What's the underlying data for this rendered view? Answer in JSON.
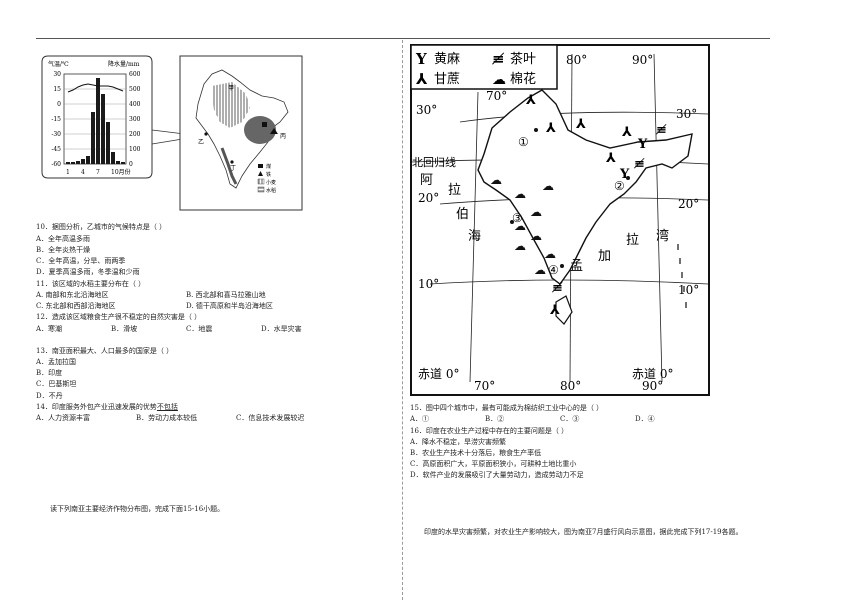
{
  "fig1": {
    "climate": {
      "temp_label": "气温/℃",
      "precip_label": "降水量/mm",
      "temp_ticks": [
        "30",
        "15",
        "0",
        "-15",
        "-30",
        "-45",
        "-60"
      ],
      "precip_ticks": [
        "600",
        "500",
        "400",
        "300",
        "200",
        "100",
        "0"
      ],
      "month_ticks": [
        "1",
        "4",
        "7",
        "10月份"
      ]
    },
    "map": {
      "labels": {
        "jia": "甲",
        "yi": "乙",
        "bing": "丙",
        "ding": "丁"
      },
      "legend": [
        "煤",
        "铁",
        "小麦",
        "水稻"
      ]
    }
  },
  "questions_left": {
    "q10": {
      "stem": "10．据图分析，乙城市的气候特点是（        ）",
      "opts": [
        "A．全年高温多雨",
        "B．全年炎热干燥",
        "C．全年高温，分旱、雨两季",
        "D．夏季高温多雨，冬季温和少雨"
      ]
    },
    "q11": {
      "stem": "11．该区域的水稻主要分布在（        ）",
      "opts": [
        "A. 南部和东北沿海地区",
        "B. 西北部和喜马拉雅山地",
        "C. 东北部和西部沿海地区",
        "D. 德干高原和半岛沿海地区"
      ]
    },
    "q12": {
      "stem": "12．造成该区域粮食生产很不稳定的自然灾害是（        ）",
      "opts": [
        "A．寒潮",
        "B．滑坡",
        "C．地震",
        "D．水旱灾害"
      ]
    },
    "q13": {
      "stem": "13．南亚面积最大、人口最多的国家是（        ）",
      "opts": [
        "A．孟加拉国",
        "B．印度",
        "C．巴基斯坦",
        "D．不丹"
      ]
    },
    "q14": {
      "stem_before": "14．印度服务外包产业迅速发展的优势",
      "stem_under": "不包括",
      "opts": [
        "A．人力资源丰富",
        "B．劳动力成本较低",
        "C．信息技术发展较迟"
      ]
    },
    "intro": "读下列南亚主要经济作物分布图，完成下面15-16小题。"
  },
  "fig2": {
    "legend": [
      "黄麻",
      "茶叶",
      "甘蔗",
      "棉花"
    ],
    "lon_top": [
      "80°",
      "90°"
    ],
    "lon_inner": "70°",
    "lon_bottom": [
      "70°",
      "80°",
      "90°"
    ],
    "lat_left": [
      "30°",
      "20°",
      "10°"
    ],
    "lat_right": [
      "30°",
      "20°",
      "10°"
    ],
    "equator_left": "赤道 0°",
    "equator_right": "赤道 0°",
    "tropic": "北回归线",
    "arabian_sea": [
      "阿",
      "拉",
      "伯",
      "海"
    ],
    "bay_of_bengal": [
      "孟",
      "加",
      "拉",
      "湾"
    ],
    "cities": [
      "①",
      "②",
      "③",
      "④"
    ]
  },
  "questions_right": {
    "q15": {
      "stem": "15．图中四个城市中，最有可能成为棉纺织工业中心的是（        ）",
      "opts": [
        "A．①",
        "B．②",
        "C．③",
        "D．④"
      ]
    },
    "q16": {
      "stem": "16．印度在农业生产过程中存在的主要问题是（        ）",
      "opts": [
        "A．降水不稳定，旱涝灾害频繁",
        "B．农业生产技术十分落后，粮食生产率低",
        "C．高原面积广大，平原面积狭小，可耕种土地比重小",
        "D．软件产业的发展吸引了大量劳动力，造成劳动力不足"
      ]
    },
    "note": "印度的水旱灾害频繁，对农业生产影响较大，图为南亚7月盛行风向示意图，据此完成下列17-19各题。"
  }
}
